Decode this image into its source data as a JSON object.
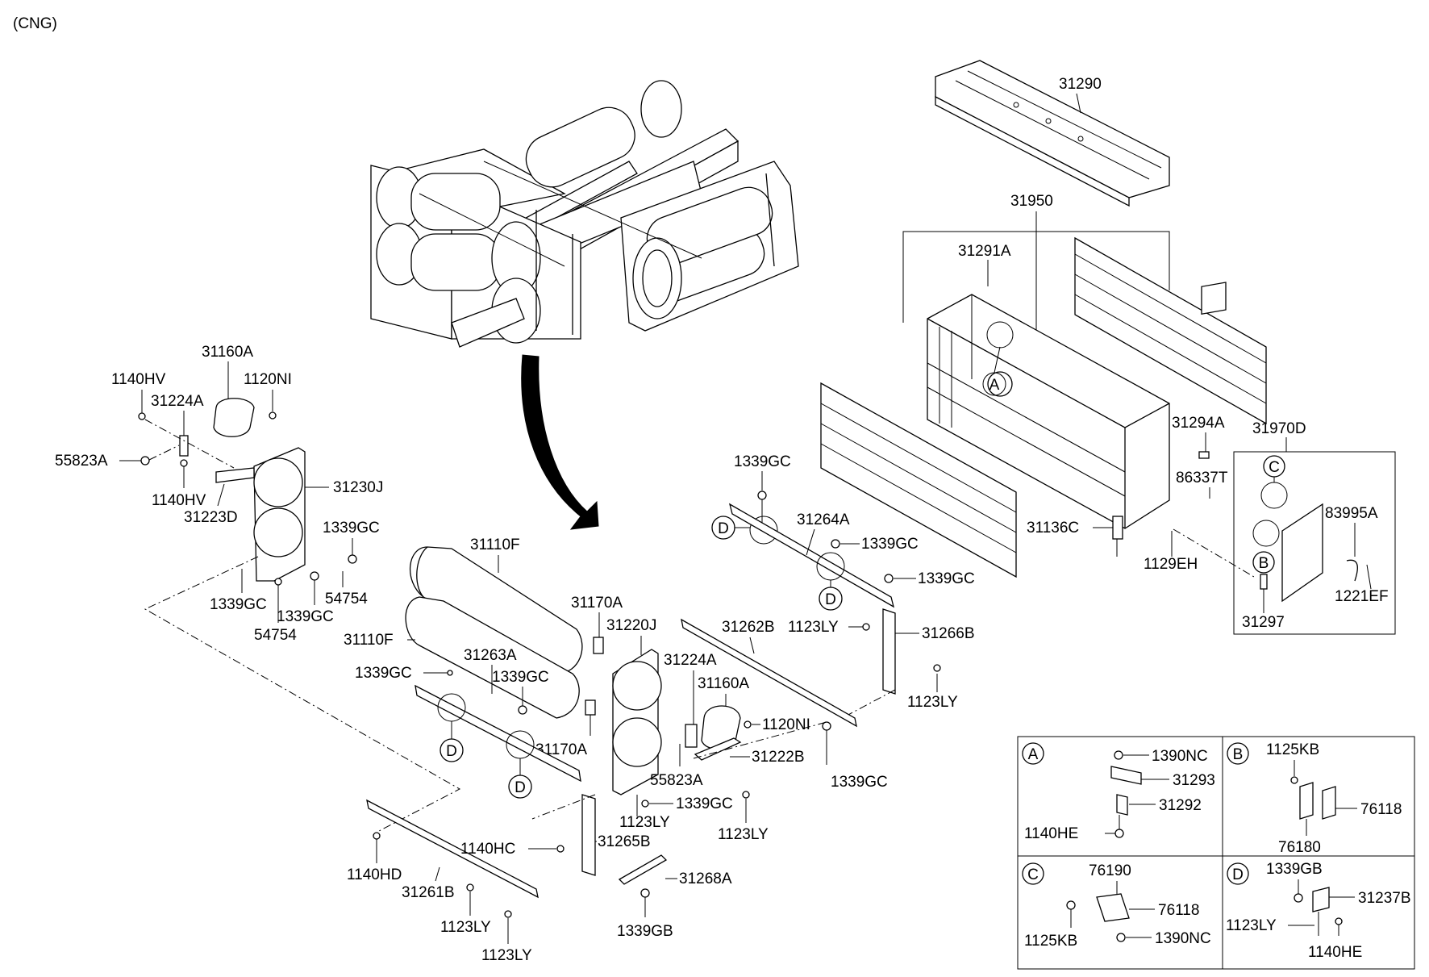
{
  "header": {
    "variant": "(CNG)"
  },
  "labels": {
    "p31290": "31290",
    "p31950": "31950",
    "p31291A": "31291A",
    "p31294A": "31294A",
    "p31970D": "31970D",
    "p86337T": "86337T",
    "p83995A": "83995A",
    "p31136C": "31136C",
    "p1129EH": "1129EH",
    "p1221EF": "1221EF",
    "p31297": "31297",
    "p1339GC_a": "1339GC",
    "p31264A": "31264A",
    "p1339GC_b": "1339GC",
    "p1339GC_c": "1339GC",
    "p1123LY_a": "1123LY",
    "p31266B": "31266B",
    "p1123LY_b": "1123LY",
    "p31262B": "31262B",
    "p1140HV_a": "1140HV",
    "p31160A_a": "31160A",
    "p1120NI_a": "1120NI",
    "p31224A_a": "31224A",
    "p55823A_a": "55823A",
    "p1140HV_b": "1140HV",
    "p31223D": "31223D",
    "p31230J": "31230J",
    "p1339GC_d": "1339GC",
    "p1339GC_e": "1339GC",
    "p54754_a": "54754",
    "p1339GC_f": "1339GC",
    "p54754_b": "54754",
    "p31110F_a": "31110F",
    "p31110F_b": "31110F",
    "p31170A_a": "31170A",
    "p31220J": "31220J",
    "p31263A": "31263A",
    "p1339GC_g": "1339GC",
    "p1339GC_h": "1339GC",
    "p31224A_b": "31224A",
    "p31160A_b": "31160A",
    "p1120NI_b": "1120NI",
    "p31170A_b": "31170A",
    "p31222B": "31222B",
    "p55823A_b": "55823A",
    "p1339GC_i": "1339GC",
    "p1339GC_j": "1339GC",
    "p1123LY_c": "1123LY",
    "p1123LY_d": "1123LY",
    "p1140HC": "1140HC",
    "p31265B": "31265B",
    "p1140HD": "1140HD",
    "p31261B": "31261B",
    "p31268A": "31268A",
    "p1123LY_e": "1123LY",
    "p1123LY_f": "1123LY",
    "p1339GB_a": "1339GB"
  },
  "callouts": {
    "a": "A",
    "b": "B",
    "c": "C",
    "d": "D"
  },
  "detail_a": {
    "title": "A",
    "l1": "1390NC",
    "l2": "31293",
    "l3": "31292",
    "l4": "1140HE"
  },
  "detail_b": {
    "title": "B",
    "l1": "1125KB",
    "l2": "76118",
    "l3": "76180"
  },
  "detail_c": {
    "title": "C",
    "l1": "76190",
    "l2": "76118",
    "l3": "1125KB",
    "l4": "1390NC"
  },
  "detail_d": {
    "title": "D",
    "l1": "1339GB",
    "l2": "31237B",
    "l3": "1123LY",
    "l4": "1140HE"
  }
}
